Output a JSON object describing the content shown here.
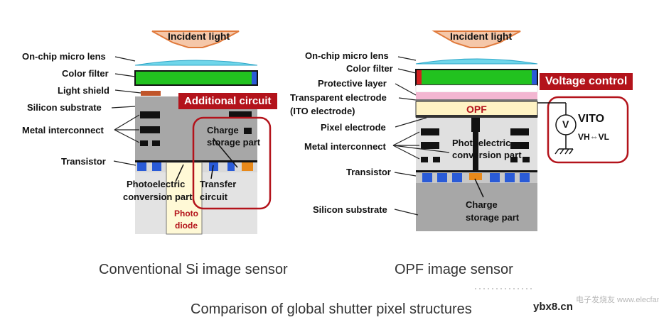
{
  "left": {
    "incident": "Incident light",
    "microlens": "On-chip micro lens",
    "color_filter": "Color filter",
    "light_shield": "Light shield",
    "silicon_substrate": "Silicon substrate",
    "metal_interconnect": "Metal interconnect",
    "transistor": "Transistor",
    "additional_circuit": "Additional circuit",
    "charge_storage_1": "Charge",
    "charge_storage_2": "storage part",
    "photoelectric_1": "Photoelectric",
    "photoelectric_2": "conversion part",
    "transfer_1": "Transfer",
    "transfer_2": "circuit",
    "photodiode_1": "Photo",
    "photodiode_2": "diode",
    "caption": "Conventional Si image sensor"
  },
  "right": {
    "incident": "Incident light",
    "microlens": "On-chip micro lens",
    "color_filter": "Color filter",
    "protective_layer": "Protective layer",
    "transparent_electrode": "Transparent electrode",
    "ito_electrode": "(ITO electrode)",
    "opf": "OPF",
    "pixel_electrode": "Pixel electrode",
    "metal_interconnect": "Metal interconnect",
    "transistor": "Transistor",
    "silicon_substrate": "Silicon substrate",
    "photoelectric_1": "Photoelectric",
    "photoelectric_2": "conversion part",
    "charge_storage_1": "Charge",
    "charge_storage_2": "storage part",
    "voltage_control": "Voltage control",
    "vito": "VITO",
    "vh_vl": "VH⇔VL",
    "v_symbol": "V",
    "caption": "OPF image sensor"
  },
  "title": "Comparison of global shutter pixel structures",
  "watermark": "ybx8.cn",
  "watermark2": "电子发烧友 www.elecfans.com",
  "colors": {
    "red_accent": "#b3131b",
    "green_filter": "#22c21f",
    "blue": "#2a5bd7",
    "orange": "#e8891a",
    "substrate_gray": "#a7a7a7",
    "microlens": "#6fd6ea",
    "opf_fill": "#fff3c4",
    "protective_pink": "#f3b6d1"
  }
}
